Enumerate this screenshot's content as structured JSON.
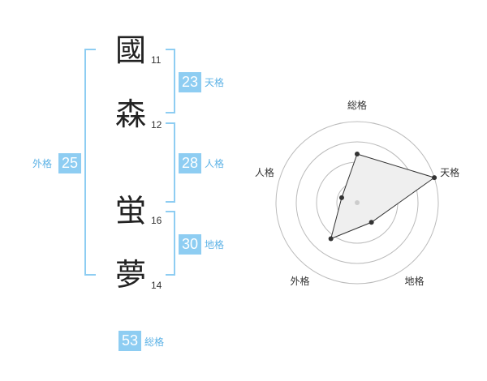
{
  "name": {
    "chars": [
      {
        "char": "國",
        "strokes": "11"
      },
      {
        "char": "森",
        "strokes": "12"
      },
      {
        "char": "蛍",
        "strokes": "16"
      },
      {
        "char": "夢",
        "strokes": "14"
      }
    ]
  },
  "fortune": {
    "tenkaku": {
      "value": "23",
      "label": "天格"
    },
    "jinkaku": {
      "value": "28",
      "label": "人格"
    },
    "chikaku": {
      "value": "30",
      "label": "地格"
    },
    "gaikaku": {
      "value": "25",
      "label": "外格"
    },
    "soukaku": {
      "value": "53",
      "label": "総格"
    }
  },
  "radar": {
    "axes": [
      "総格",
      "天格",
      "地格",
      "外格",
      "人格"
    ],
    "levels": [
      0.6,
      1.0,
      0.3,
      0.55,
      0.2
    ],
    "fill_color": "#efefef",
    "line_color": "#333333",
    "ring_color": "#bbbbbb"
  }
}
